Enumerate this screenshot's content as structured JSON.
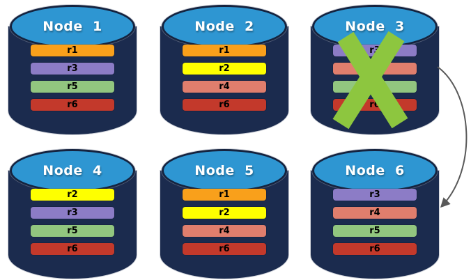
{
  "diagram": {
    "description": "Database cluster of six nodes with replica shards; Node 3 is failed (green X) and its replicas are taken over, indicated by an arrow to Node 6",
    "colors": {
      "cylinder_body": "#1B2B4E",
      "cylinder_top": "#2E96D2",
      "cylinder_top_border": "#15233F",
      "title_text": "#FFFFFF",
      "bar_text": "#000000",
      "background": "#FFFFFF"
    },
    "failure_mark": {
      "icon": "x-mark-icon",
      "color": "#8DC63F"
    },
    "arrow": {
      "from": "node-3",
      "to": "node-6",
      "color": "#595959"
    },
    "nodes": [
      {
        "label": "Node  1",
        "failed": false,
        "replicas": [
          {
            "id": "r1",
            "color": "#F9A01B"
          },
          {
            "id": "r3",
            "color": "#8C7CC6"
          },
          {
            "id": "r5",
            "color": "#92C67F"
          },
          {
            "id": "r6",
            "color": "#C3392B"
          }
        ]
      },
      {
        "label": "Node  2",
        "failed": false,
        "replicas": [
          {
            "id": "r1",
            "color": "#F9A01B"
          },
          {
            "id": "r2",
            "color": "#FEFF00"
          },
          {
            "id": "r4",
            "color": "#E07E6D"
          },
          {
            "id": "r6",
            "color": "#C3392B"
          }
        ]
      },
      {
        "label": "Node  3",
        "failed": true,
        "replicas": [
          {
            "id": "r3",
            "color": "#8C7CC6"
          },
          {
            "id": "r4",
            "color": "#E07E6D"
          },
          {
            "id": "r5",
            "color": "#92C67F"
          },
          {
            "id": "r6",
            "color": "#C3392B"
          }
        ]
      },
      {
        "label": "Node  4",
        "failed": false,
        "replicas": [
          {
            "id": "r2",
            "color": "#FEFF00"
          },
          {
            "id": "r3",
            "color": "#8C7CC6"
          },
          {
            "id": "r5",
            "color": "#92C67F"
          },
          {
            "id": "r6",
            "color": "#C3392B"
          }
        ]
      },
      {
        "label": "Node  5",
        "failed": false,
        "replicas": [
          {
            "id": "r1",
            "color": "#F9A01B"
          },
          {
            "id": "r2",
            "color": "#FEFF00"
          },
          {
            "id": "r4",
            "color": "#E07E6D"
          },
          {
            "id": "r6",
            "color": "#C3392B"
          }
        ]
      },
      {
        "label": "Node  6",
        "failed": false,
        "replicas": [
          {
            "id": "r3",
            "color": "#8C7CC6"
          },
          {
            "id": "r4",
            "color": "#E07E6D"
          },
          {
            "id": "r5",
            "color": "#92C67F"
          },
          {
            "id": "r6",
            "color": "#C3392B"
          }
        ]
      }
    ]
  }
}
